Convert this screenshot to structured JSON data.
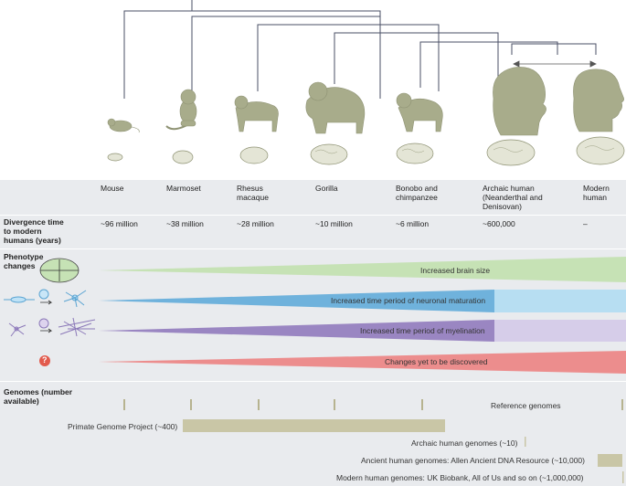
{
  "species": [
    {
      "name": "Mouse",
      "divergence": "~96 million"
    },
    {
      "name": "Marmoset",
      "divergence": "~38 million"
    },
    {
      "name": "Rhesus macaque",
      "divergence": "~28 million"
    },
    {
      "name": "Gorilla",
      "divergence": "~10 million"
    },
    {
      "name": "Bonobo and chimpanzee",
      "divergence": "~6 million"
    },
    {
      "name": "Archaic human (Neanderthal and Denisovan)",
      "divergence": "~600,000"
    },
    {
      "name": "Modern human",
      "divergence": "–"
    }
  ],
  "rows": {
    "divergence_title": "Divergence time to modern humans (years)",
    "phenotype_title": "Phenotype changes",
    "genomes_title": "Genomes (number available)"
  },
  "phenotypes": [
    {
      "label": "Increased brain size",
      "color": "#c6e2b5"
    },
    {
      "label": "Increased time period of neuronal maturation",
      "color": "#6fb2dc"
    },
    {
      "label": "Increased time period of myelination",
      "color": "#9a86c2"
    },
    {
      "label": "Changes yet to be discovered",
      "color": "#ec8d8d"
    }
  ],
  "question_mark": "?",
  "genomes": {
    "reference": "Reference genomes",
    "primate": "Primate Genome Project (~400)",
    "archaic": "Archaic human genomes (~10)",
    "ancient": "Ancient human genomes: Allen Ancient DNA Resource (~10,000)",
    "modern": "Modern human genomes: UK Biobank, All of Us and so on (~1,000,000)",
    "bar_color": "#c9c6a6"
  }
}
